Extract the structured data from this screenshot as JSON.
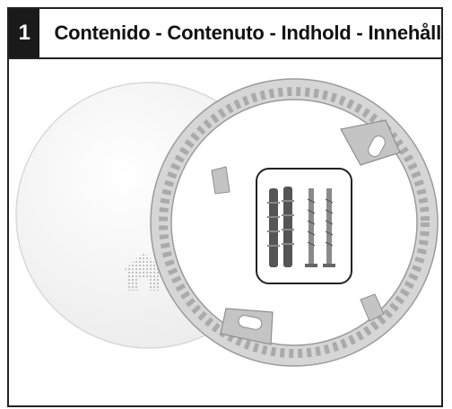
{
  "header": {
    "step_number": "1",
    "title": "Contenido - Contenuto - Indhold - Innehåll"
  },
  "illustration": {
    "items": [
      "detector-disc",
      "mounting-ring",
      "screws-and-wall-plugs"
    ],
    "colors": {
      "disc_fill": "#f7f7f7",
      "disc_edge": "#d8d8d8",
      "ring_fill": "#c9c9c9",
      "ring_edge": "#9a9a9a",
      "house_dots": "#9c9c9c"
    }
  }
}
